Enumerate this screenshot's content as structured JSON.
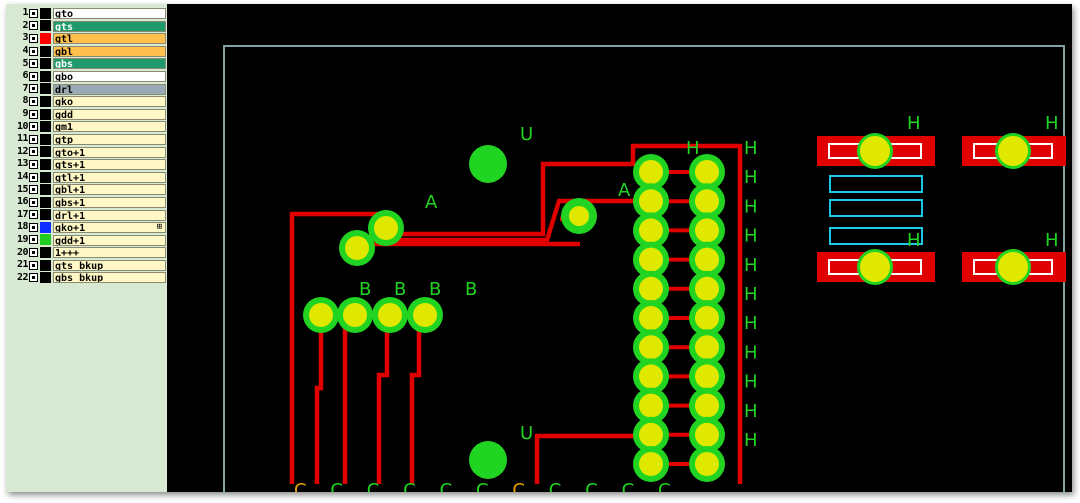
{
  "layers": [
    {
      "num": "1",
      "name": "gto",
      "swatch": "#000000",
      "bg": "#ffffff",
      "fg": "#000000"
    },
    {
      "num": "2",
      "name": "gts",
      "swatch": "#000000",
      "bg": "#1f9a6a",
      "fg": "#ffffff"
    },
    {
      "num": "3",
      "name": "gtl",
      "swatch": "#ff0000",
      "bg": "#ffc04e",
      "fg": "#000000"
    },
    {
      "num": "4",
      "name": "gbl",
      "swatch": "#000000",
      "bg": "#ffc04e",
      "fg": "#000000"
    },
    {
      "num": "5",
      "name": "gbs",
      "swatch": "#000000",
      "bg": "#1f9a6a",
      "fg": "#ffffff"
    },
    {
      "num": "6",
      "name": "gbo",
      "swatch": "#000000",
      "bg": "#ffffff",
      "fg": "#000000"
    },
    {
      "num": "7",
      "name": "drl",
      "swatch": "#000000",
      "bg": "#9aaab4",
      "fg": "#000000"
    },
    {
      "num": "8",
      "name": "gko",
      "swatch": "#000000",
      "bg": "#fff8c6",
      "fg": "#000000"
    },
    {
      "num": "9",
      "name": "gdd",
      "swatch": "#000000",
      "bg": "#fff8c6",
      "fg": "#000000"
    },
    {
      "num": "10",
      "name": "gm1",
      "swatch": "#000000",
      "bg": "#fff8c6",
      "fg": "#000000"
    },
    {
      "num": "11",
      "name": "gtp",
      "swatch": "#000000",
      "bg": "#fff8c6",
      "fg": "#000000"
    },
    {
      "num": "12",
      "name": "gto+1",
      "swatch": "#000000",
      "bg": "#fff8c6",
      "fg": "#000000"
    },
    {
      "num": "13",
      "name": "gts+1",
      "swatch": "#000000",
      "bg": "#fff8c6",
      "fg": "#000000"
    },
    {
      "num": "14",
      "name": "gtl+1",
      "swatch": "#000000",
      "bg": "#fff8c6",
      "fg": "#000000"
    },
    {
      "num": "15",
      "name": "gbl+1",
      "swatch": "#000000",
      "bg": "#fff8c6",
      "fg": "#000000"
    },
    {
      "num": "16",
      "name": "gbs+1",
      "swatch": "#000000",
      "bg": "#fff8c6",
      "fg": "#000000"
    },
    {
      "num": "17",
      "name": "drl+1",
      "swatch": "#000000",
      "bg": "#fff8c6",
      "fg": "#000000"
    },
    {
      "num": "18",
      "name": "gko+1",
      "swatch": "#1030ff",
      "bg": "#fff8c6",
      "fg": "#000000",
      "expander": "⊞"
    },
    {
      "num": "19",
      "name": "gdd+1",
      "swatch": "#22cc22",
      "bg": "#fff8c6",
      "fg": "#000000"
    },
    {
      "num": "20",
      "name": "1+++",
      "swatch": "#000000",
      "bg": "#fff8c6",
      "fg": "#000000"
    },
    {
      "num": "21",
      "name": "gts_bkup",
      "swatch": "#000000",
      "bg": "#fff8c6",
      "fg": "#000000"
    },
    {
      "num": "22",
      "name": "gbs_bkup",
      "swatch": "#000000",
      "bg": "#fff8c6",
      "fg": "#000000"
    }
  ],
  "pcb": {
    "colors": {
      "background": "#000000",
      "outline": "#7fa3a0",
      "trace": "#e00000",
      "pad": "#22d422",
      "drill": "#e0e800",
      "silk": "#22d422",
      "cyan": "#1ec8e6"
    },
    "labels": {
      "u": "U",
      "a": "A",
      "b": "B",
      "c": "C",
      "h": "H"
    }
  }
}
